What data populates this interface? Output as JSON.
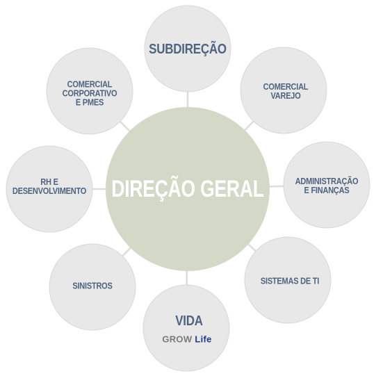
{
  "diagram": {
    "center": {
      "label": "DIREÇÃO GERAL",
      "fill": "#d4d9c7",
      "text_color": "#ffffff"
    },
    "nodes": [
      {
        "id": "subdirecao",
        "lines": [
          "SUBDIREÇÃO"
        ]
      },
      {
        "id": "comercial-varejo",
        "lines": [
          "COMERCIAL",
          "VAREJO"
        ]
      },
      {
        "id": "administracao-financas",
        "lines": [
          "ADMINISTRAÇÃO",
          "E FINANÇAS"
        ]
      },
      {
        "id": "sistemas-ti",
        "lines": [
          "SISTEMAS DE TI"
        ]
      },
      {
        "id": "vida",
        "lines": [
          "VIDA"
        ],
        "logo": {
          "part1": "GROW",
          "part2": "Life"
        }
      },
      {
        "id": "sinistros",
        "lines": [
          "SINISTROS"
        ]
      },
      {
        "id": "rh-desenvolvimento",
        "lines": [
          "RH E",
          "DESENVOLVIMENTO"
        ]
      },
      {
        "id": "comercial-corporativo",
        "lines": [
          "COMERCIAL",
          "CORPORATIVO",
          "E PMES"
        ]
      }
    ],
    "colors": {
      "satellite_fill": "#e8e8e8",
      "connector": "#dededf",
      "node_text": "#4f6480",
      "logo_grow": "#7a7a7a",
      "logo_life": "#1f3c88"
    }
  }
}
